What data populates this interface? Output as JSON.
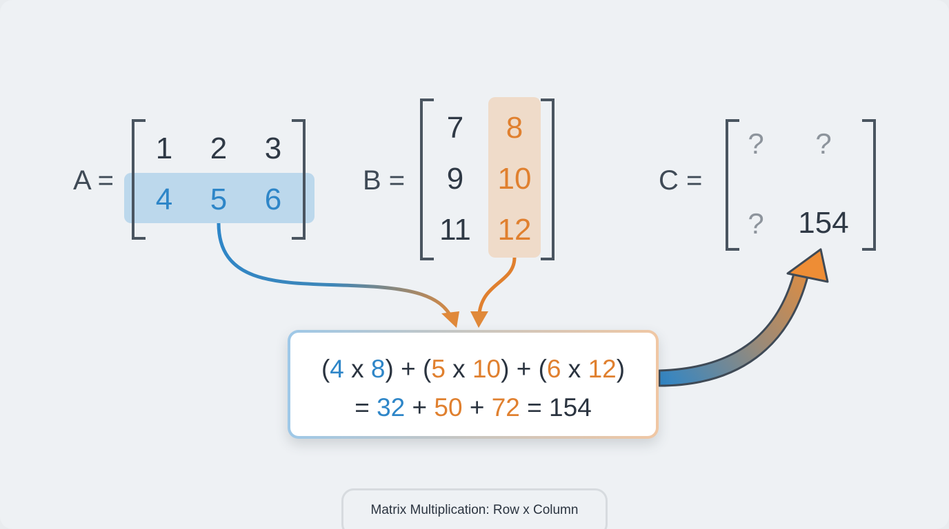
{
  "matrix_a": {
    "label": "A =",
    "rows": [
      [
        "1",
        "2",
        "3"
      ],
      [
        "4",
        "5",
        "6"
      ]
    ],
    "highlighted_row": 1,
    "highlight_color": "#2e86c8"
  },
  "matrix_b": {
    "label": "B =",
    "rows": [
      [
        "7",
        "8"
      ],
      [
        "9",
        "10"
      ],
      [
        "11",
        "12"
      ]
    ],
    "highlighted_column": 1,
    "highlight_color": "#e0802f"
  },
  "matrix_c": {
    "label": "C =",
    "rows": [
      [
        "?",
        "?"
      ],
      [
        "?",
        "154"
      ]
    ]
  },
  "calculation": {
    "line1": [
      {
        "t": "(",
        "c": "dark"
      },
      {
        "t": "4",
        "c": "blue"
      },
      {
        "t": " x ",
        "c": "dark"
      },
      {
        "t": "8",
        "c": "blue"
      },
      {
        "t": ") + (",
        "c": "dark"
      },
      {
        "t": "5",
        "c": "orange"
      },
      {
        "t": " x ",
        "c": "dark"
      },
      {
        "t": "10",
        "c": "orange"
      },
      {
        "t": ") + (",
        "c": "dark"
      },
      {
        "t": "6",
        "c": "orange"
      },
      {
        "t": " x ",
        "c": "dark"
      },
      {
        "t": "12",
        "c": "orange"
      },
      {
        "t": ")",
        "c": "dark"
      }
    ],
    "line2": [
      {
        "t": "= ",
        "c": "dark"
      },
      {
        "t": "32",
        "c": "blue"
      },
      {
        "t": " + ",
        "c": "dark"
      },
      {
        "t": "50",
        "c": "orange"
      },
      {
        "t": " + ",
        "c": "dark"
      },
      {
        "t": "72",
        "c": "orange"
      },
      {
        "t": " = 154",
        "c": "dark"
      }
    ]
  },
  "caption": "Matrix Multiplication: Row x Column",
  "colors": {
    "blue": "#2e86c8",
    "orange": "#e0802f",
    "dark": "#2b3440",
    "background": "#eef1f4"
  }
}
